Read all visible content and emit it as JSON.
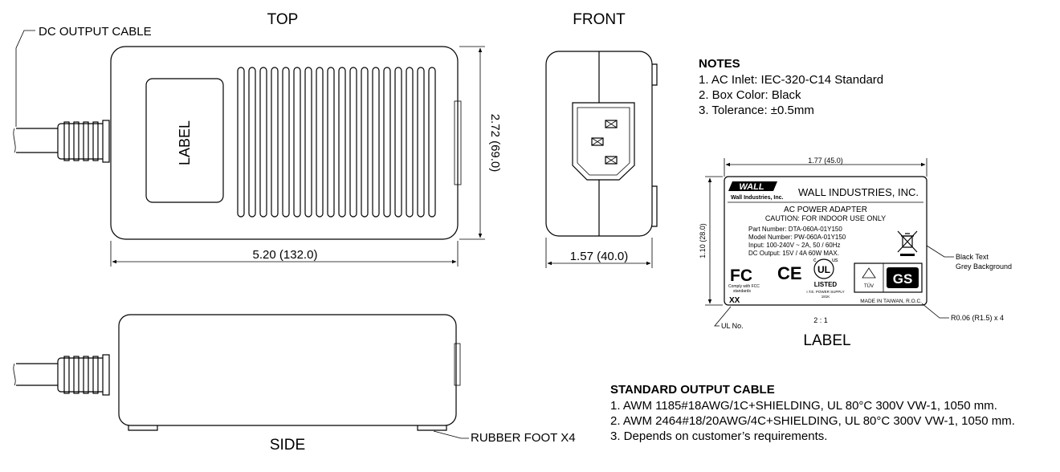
{
  "views": {
    "top_title": "TOP",
    "front_title": "FRONT",
    "side_title": "SIDE",
    "label_title": "LABEL"
  },
  "callouts": {
    "dc_output_cable": "DC OUTPUT CABLE",
    "rubber_foot": "RUBBER FOOT X4",
    "label_area": "LABEL"
  },
  "dimensions": {
    "top_width": "5.20 (132.0)",
    "top_height": "2.72 (69.0)",
    "front_width": "1.57 (40.0)",
    "label_width": "1.77 (45.0)",
    "label_height": "1.10 (28.0)",
    "corner_radius": "R0.06 (R1.5) x 4",
    "scale": "2 : 1"
  },
  "notes": {
    "heading": "NOTES",
    "items": [
      "1. AC Inlet: IEC-320-C14 Standard",
      "2. Box Color: Black",
      "3. Tolerance: ±0.5mm"
    ]
  },
  "label": {
    "brand_logo": "WALL",
    "brand_sub": "Wall Industries, Inc.",
    "company": "WALL INDUSTRIES, INC.",
    "product": "AC POWER ADAPTER",
    "caution": "CAUTION: FOR INDOOR USE ONLY",
    "specs": [
      "Part Number: DTA-060A-01Y150",
      "Model Number: PW-060A-01Y150",
      "Input: 100-240V ~ 2A,  50 / 60Hz",
      "DC Output: 15V / 4A  60W MAX."
    ],
    "fcc_mark": "FC",
    "fcc_text_1": "Comply with FCC",
    "fcc_text_2": "standards",
    "ce_mark": "CE",
    "ul_listed": "LISTED",
    "ul_line_1": "I.T.E. POWER SUPPLY",
    "ul_line_2": "181K",
    "tuv_mark": "TÜV",
    "gs_mark": "GS",
    "made_in": "MADE IN TAIWAN, R.O.C.",
    "ul_number_placeholder": "XX",
    "side_note_1": "Black Text",
    "side_note_2": "Grey Background",
    "ul_no": "UL No."
  },
  "cable": {
    "heading": "STANDARD OUTPUT CABLE",
    "items": [
      "1. AWM 1185#18AWG/1C+SHIELDING, UL 80°C 300V VW-1, 1050 mm.",
      "2. AWM 2464#18/20AWG/4C+SHIELDING, UL 80°C 300V VW-1, 1050 mm.",
      "3. Depends on customer’s requirements."
    ]
  }
}
